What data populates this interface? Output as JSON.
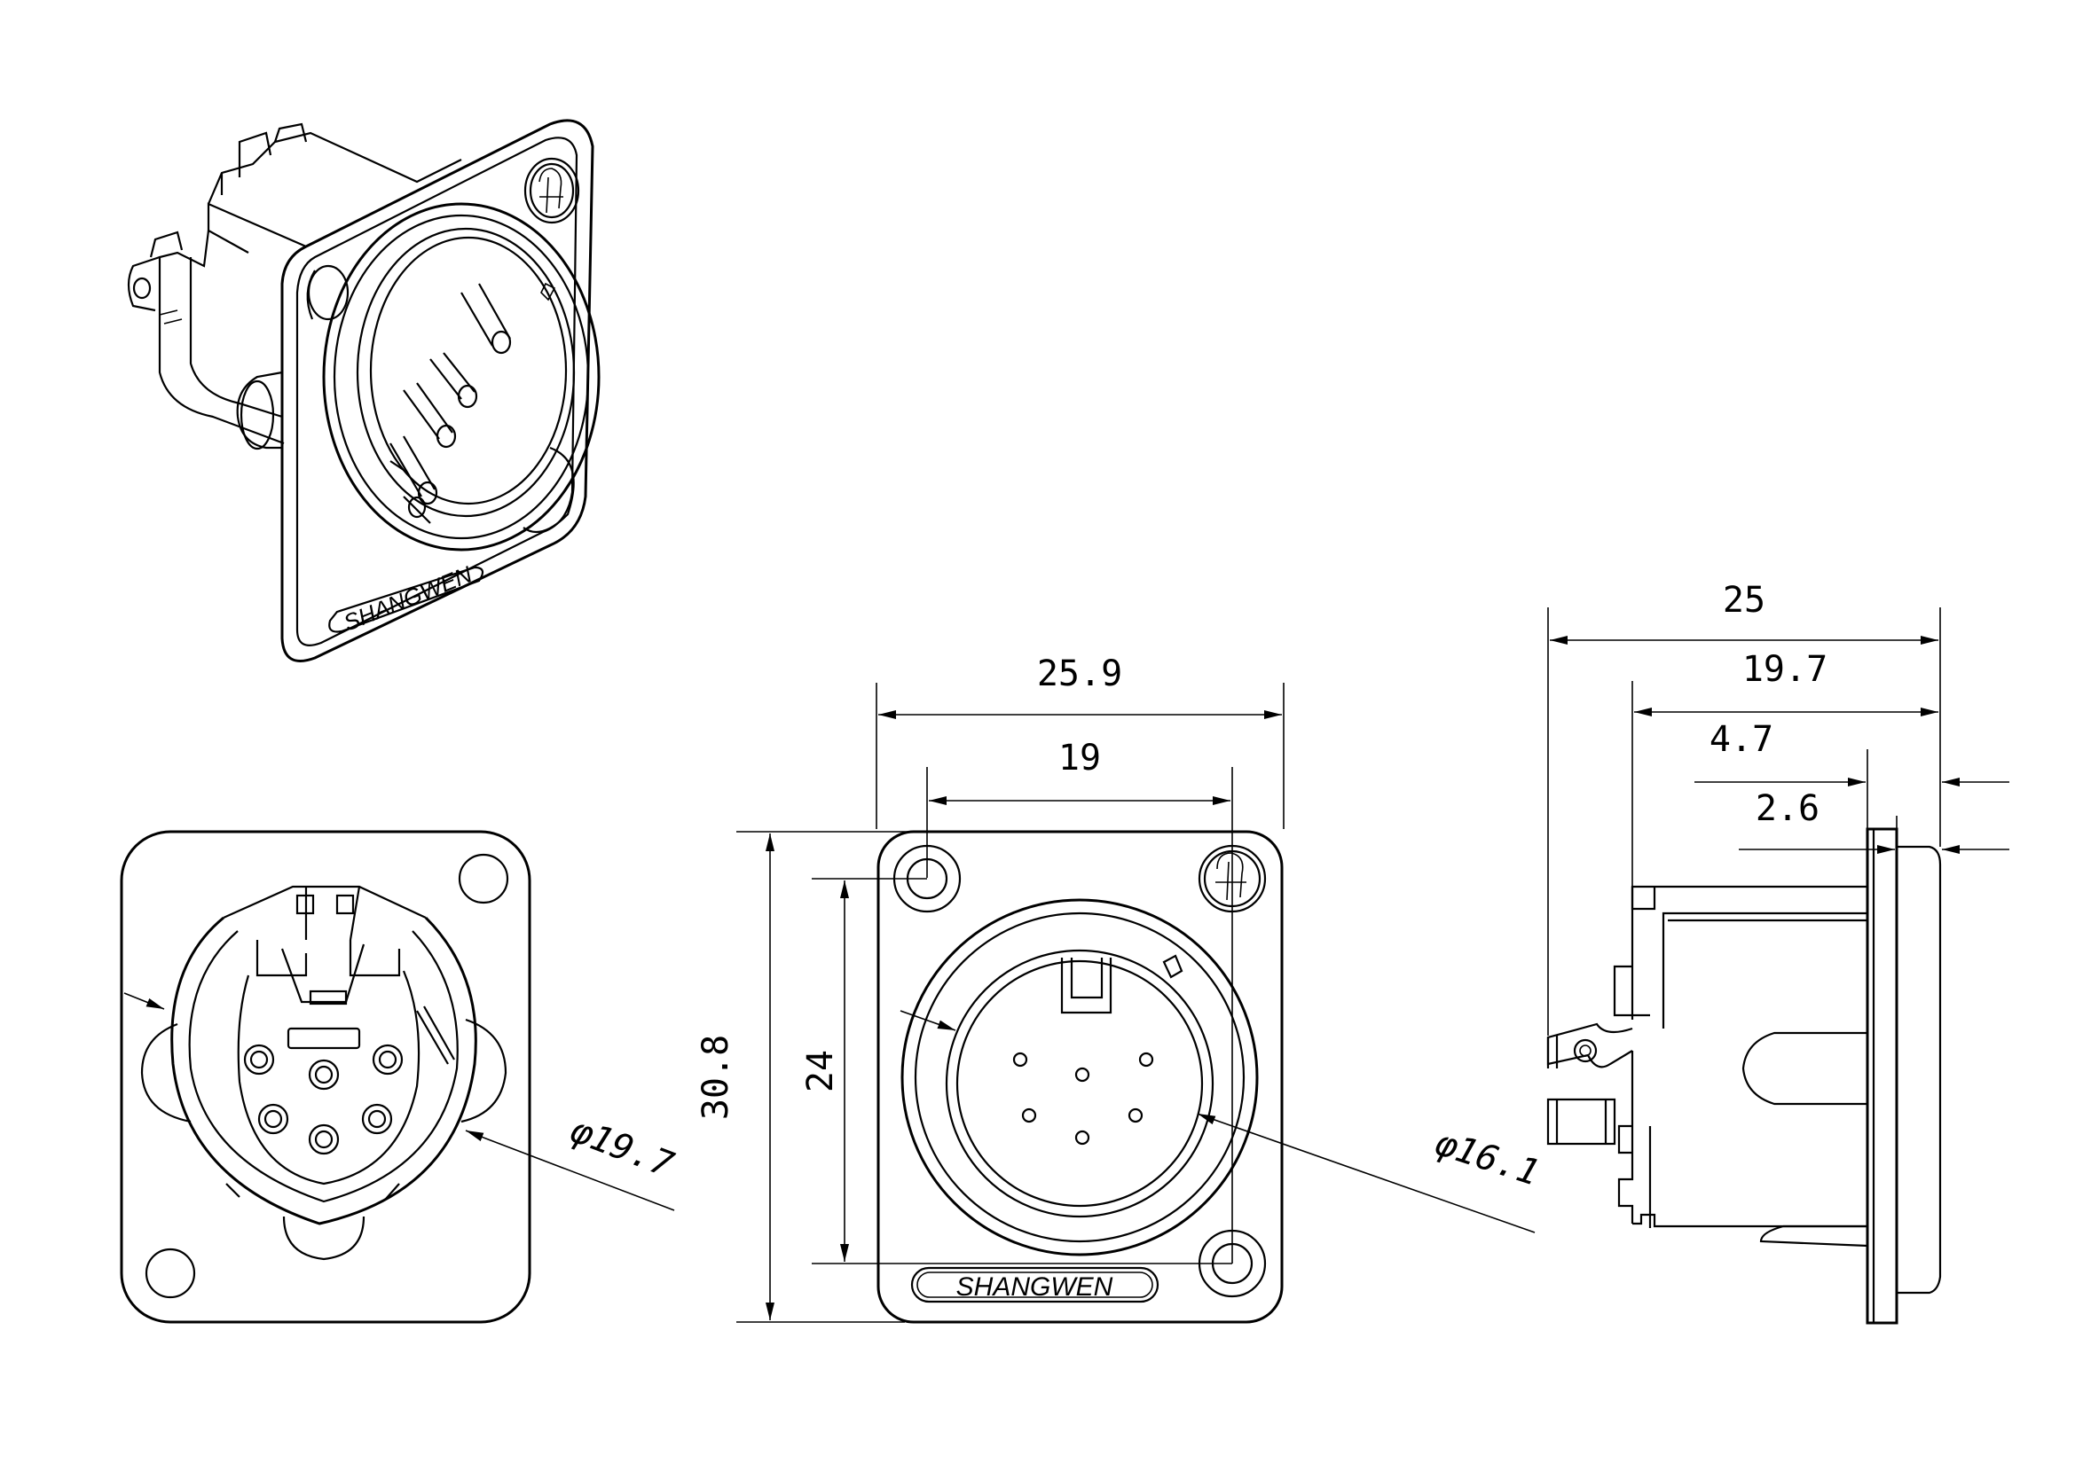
{
  "brand_text": "SHANGWEN",
  "colors": {
    "ink": "#000000",
    "paper": "#ffffff"
  },
  "dimensions": {
    "rear_diameter": "φ19.7",
    "front_width": "25.9",
    "front_hole_spacing": "19",
    "front_height": "30.8",
    "front_hole_spacing_vertical": "24",
    "front_diameter": "φ16.1",
    "side_depth_total": "25",
    "side_depth_body": "19.7",
    "side_flange_total": "4.7",
    "side_flange": "2.6"
  }
}
